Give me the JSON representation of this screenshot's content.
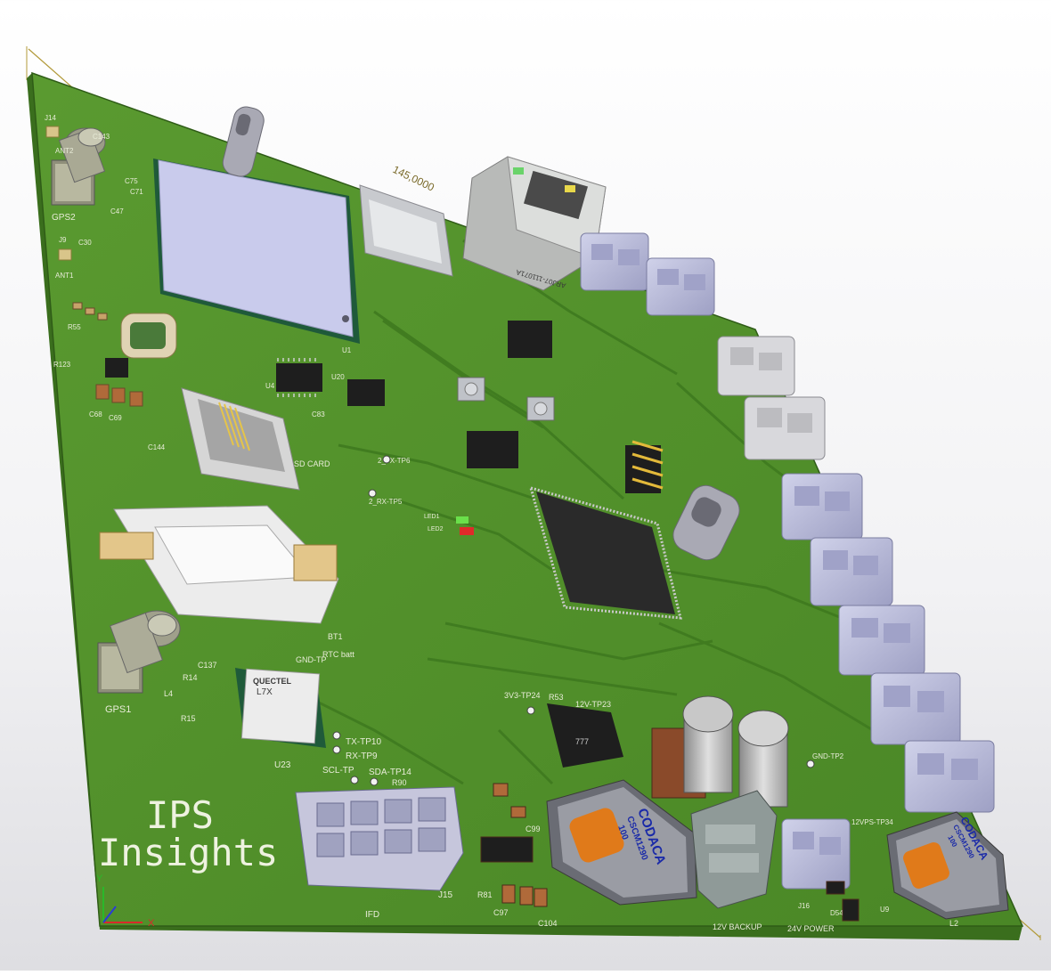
{
  "dimension": {
    "value": "145,0000"
  },
  "logo": {
    "line1": "IPS",
    "line2": "Insights"
  },
  "gnss_module": {
    "brand": "QUECTEL",
    "model": "L7X"
  },
  "inductor_brand": "CODACA",
  "inductor_part": "CSCM1290",
  "inductor_value": "100",
  "rj45_part": "ARJ07-111071A",
  "small_inductor_mark": "777",
  "axes": {
    "x": "X",
    "y": "Y"
  },
  "labels": {
    "gps2": "GPS2",
    "ant2": "ANT2",
    "ant1": "ANT1",
    "j9": "J9",
    "j14": "J14",
    "gps1": "GPS1",
    "bt1": "BT1",
    "rtc": "RTC batt",
    "gnd_tp": "GND-TP",
    "sd_card": "SD CARD",
    "u23": "U23",
    "u1": "U1",
    "u4": "U4",
    "u20": "U20",
    "tx_tp10": "TX-TP10",
    "rx_tp9": "RX-TP9",
    "scl_tp": "SCL-TP",
    "sda_tp14": "SDA-TP14",
    "tx_tp6": "2_TX-TP6",
    "rx_tp5": "2_RX-TP5",
    "led1": "LED1",
    "led2": "LED2",
    "tp3v3": "3V3-TP24",
    "tp12v": "12V-TP23",
    "gnd_tp2": "GND-TP2",
    "tp12vps": "12VPS-TP34",
    "j15": "J15",
    "ifd": "IFD",
    "backup": "12V BACKUP",
    "power": "24V POWER",
    "l2": "L2",
    "j16": "J16",
    "c137": "C137",
    "r14": "R14",
    "r15": "R15",
    "l4": "L4",
    "c97": "C97",
    "c104": "C104",
    "r90": "R90",
    "c99": "C99",
    "r81": "R81",
    "r53": "R53",
    "u9": "U9",
    "d54": "D54",
    "c68": "C68",
    "c69": "C69",
    "r123": "R123",
    "r55": "R55",
    "c144": "C144",
    "c83": "C83",
    "c143": "C143",
    "c75": "C75",
    "c71": "C71",
    "c47": "C47",
    "c30": "C30"
  },
  "colors": {
    "pcb": "#4f8f2a",
    "pcb_edge": "#3a6e1d",
    "silkscreen": "#e8ecd8",
    "dimension": "#b29a3a",
    "connector_gray": "#b8bad8",
    "brand_blue": "#1a2aa8"
  }
}
